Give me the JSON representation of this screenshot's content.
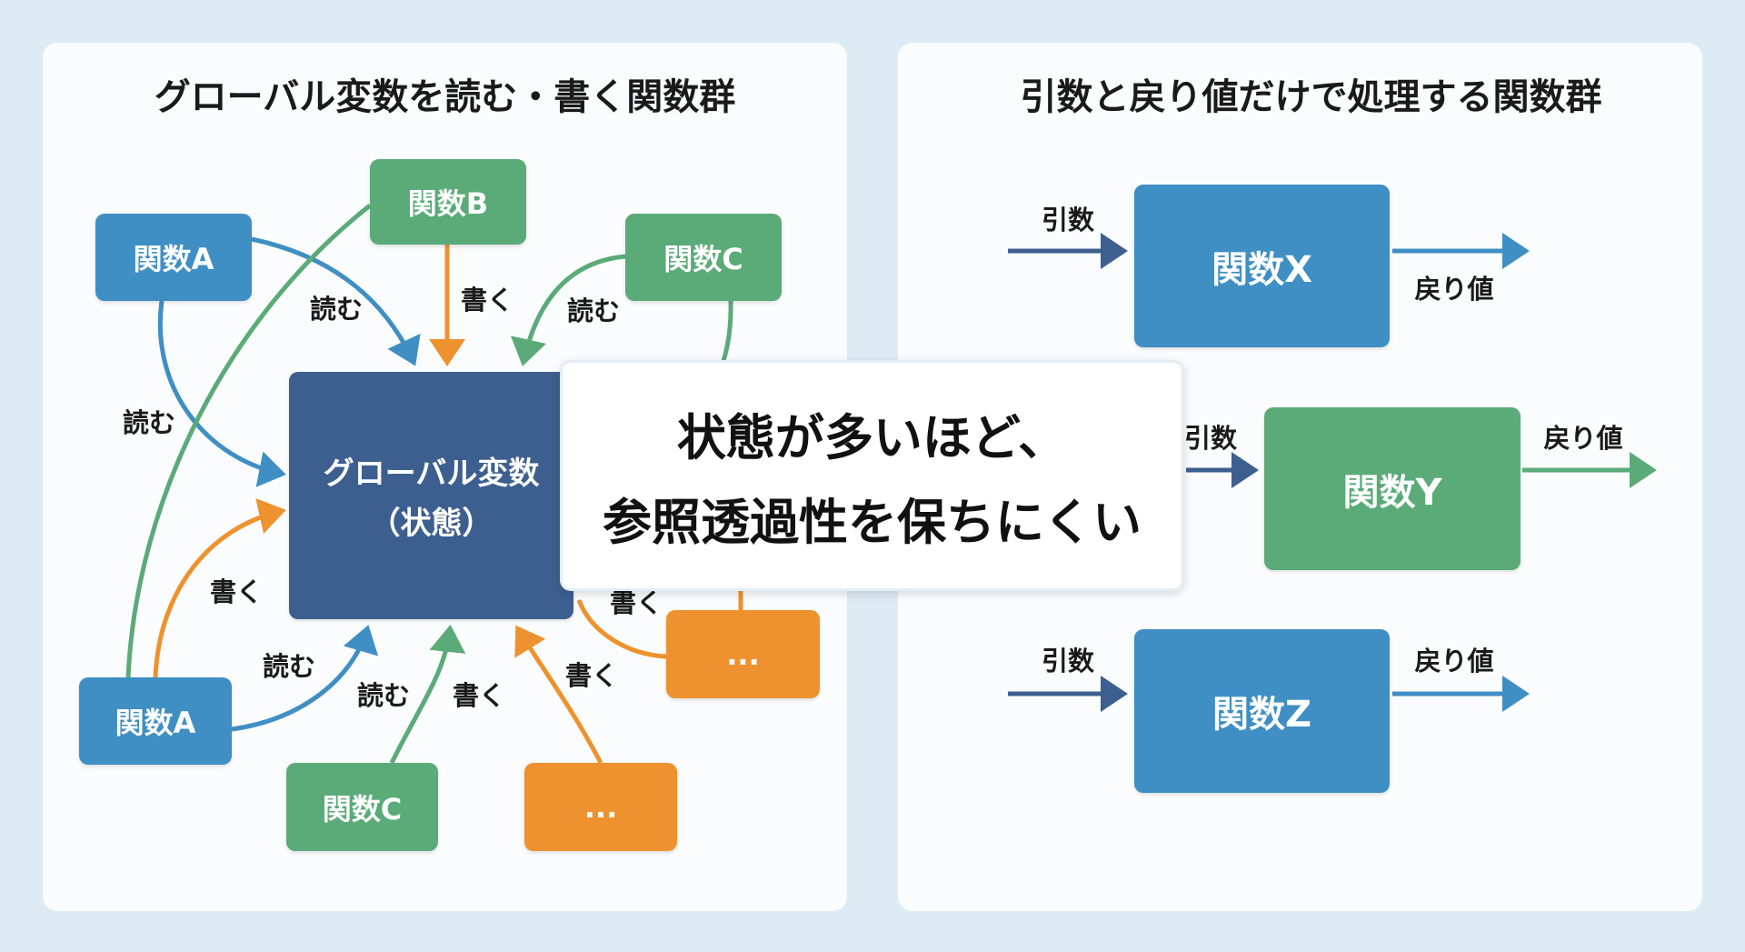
{
  "left": {
    "title": "グローバル変数を読む・書く関数群",
    "global_box": {
      "line1": "グローバル変数",
      "line2": "（状態）"
    },
    "nodes": {
      "func_a_top": "関数A",
      "func_b": "関数B",
      "func_c_top": "関数C",
      "func_a_bottom": "関数A",
      "func_c_bottom": "関数C",
      "more_bottom": "...",
      "more_right": "..."
    },
    "edge_labels": {
      "read_a_top": "読む",
      "write_b": "書く",
      "read_c_top": "読む",
      "read_a_left": "読む",
      "write_a_bottom": "書く",
      "read_a_bottom": "読む",
      "read_c_bottom": "読む",
      "write_c_bottom": "書く",
      "write_more_bottom": "書く",
      "write_more_right": "書く"
    }
  },
  "right": {
    "title": "引数と戻り値だけで処理する関数群",
    "functions": [
      {
        "name": "関数X",
        "input": "引数",
        "output": "戻り値"
      },
      {
        "name": "関数Y",
        "input": "引数",
        "output": "戻り値"
      },
      {
        "name": "関数Z",
        "input": "引数",
        "output": "戻り値"
      }
    ]
  },
  "callout": {
    "line1": "状態が多いほど、",
    "line2": "参照透過性を保ちにくい"
  },
  "colors": {
    "background": "#dcebf4",
    "blue": "#3f8fc4",
    "green": "#5aab78",
    "orange": "#ee922f",
    "navy": "#3d5f8f",
    "arrow_navy": "#3d5f8f"
  }
}
